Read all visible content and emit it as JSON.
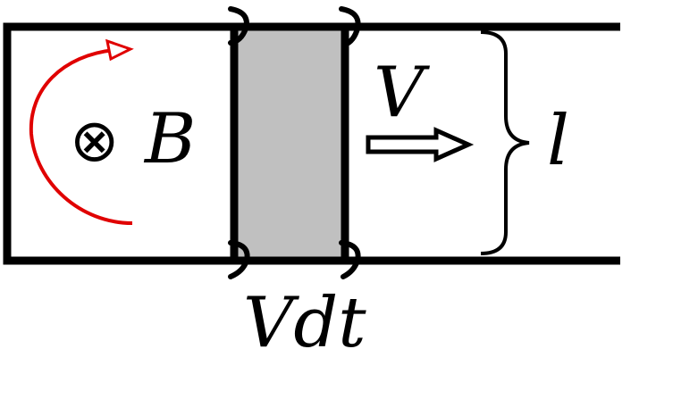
{
  "labels": {
    "field_symbol": "⊗",
    "field": "B",
    "velocity": "V",
    "length": "l",
    "displacement": "Vdt"
  },
  "icons": {
    "field_direction": "into-page-cross-circle",
    "circulation": "curved-arrow-clockwise",
    "motion": "hollow-right-arrow",
    "length_brace": "right-curly-brace"
  },
  "colors": {
    "stroke": "#000000",
    "swept_area": "#c0c0c0",
    "circulation": "#e00000",
    "background": "#ffffff"
  }
}
